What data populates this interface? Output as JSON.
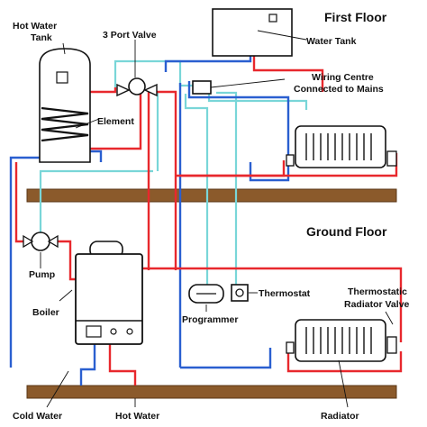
{
  "labels": {
    "first_floor": "First Floor",
    "ground_floor": "Ground Floor",
    "hot_water_tank_line1": "Hot Water",
    "hot_water_tank_line2": "Tank",
    "three_port_valve": "3 Port Valve",
    "water_tank": "Water Tank",
    "wiring_centre_line1": "Wiring Centre",
    "wiring_centre_line2": "Connected to Mains",
    "element": "Element",
    "pump": "Pump",
    "boiler": "Boiler",
    "thermostat": "Thermostat",
    "programmer": "Programmer",
    "trv_line1": "Thermostatic",
    "trv_line2": "Radiator Valve",
    "cold_water": "Cold Water",
    "hot_water": "Hot Water",
    "radiator": "Radiator"
  },
  "colors": {
    "hot_pipe": "#e8282d",
    "cold_pipe": "#2a5fd0",
    "control_wire": "#79d6d8",
    "floor_joist": "#8b5a2b",
    "background": "#ffffff"
  },
  "icons": {
    "pump": "pump-icon",
    "three_port_valve": "valve-icon",
    "thermostat": "thermostat-icon",
    "programmer": "programmer-icon",
    "boiler": "boiler-icon",
    "radiator": "radiator-icon"
  }
}
